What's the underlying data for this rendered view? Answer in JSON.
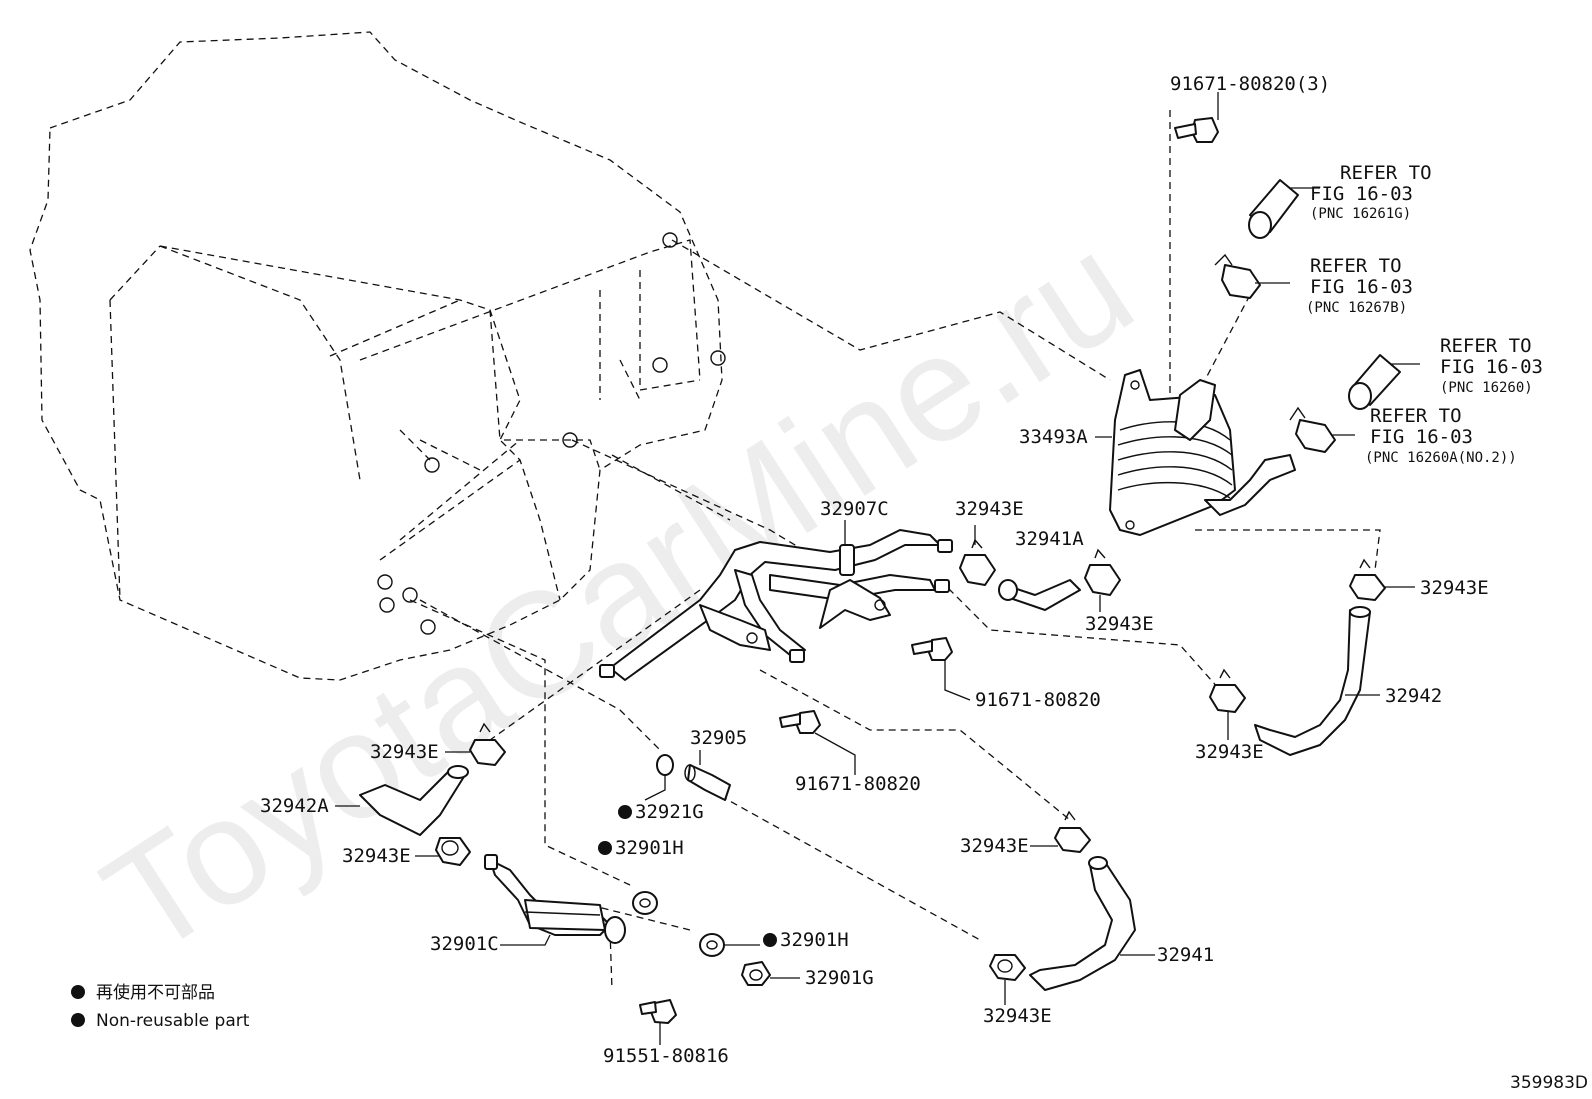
{
  "watermark": "ToyotaCarMine.ru",
  "diagram_code": "359983D",
  "parts": {
    "bolt_top": "91671-80820(3)",
    "cooler": "33493A",
    "pipe_assy": "32907C",
    "clamp_top_left": "32943E",
    "hose_short": "32941A",
    "clamp_below_hose": "32943E",
    "clamp_right": "32943E",
    "bolt_pipe_bracket": "91671-80820",
    "hose_right": "32942",
    "clamp_right_lower": "32943E",
    "clamp_left": "32943E",
    "hose_left": "32942A",
    "clamp_left_lower": "32943E",
    "plug": "32905",
    "gasket_plug": "32921G",
    "gasket_h_upper": "32901H",
    "pipe_union": "32901C",
    "gasket_h_lower": "32901H",
    "union_bolt": "32901G",
    "bolt_bottom": "91551-80816",
    "bolt_mid": "91671-80820",
    "clamp_lower_center": "32943E",
    "hose_lower": "32941",
    "clamp_lower_bottom": "32943E"
  },
  "refer": {
    "r1_line1": "REFER TO",
    "r1_line2": "FIG 16-03",
    "r1_pnc": "(PNC 16261G)",
    "r2_line1": "REFER TO",
    "r2_line2": "FIG 16-03",
    "r2_pnc": "(PNC 16267B)",
    "r3_line1": "REFER TO",
    "r3_line2": "FIG 16-03",
    "r3_pnc": "(PNC 16260)",
    "r4_line1": "REFER TO",
    "r4_line2": "FIG 16-03",
    "r4_pnc": "(PNC 16260A(NO.2))"
  },
  "legend": {
    "japanese": "再使用不可部品",
    "english": "Non-reusable part"
  }
}
